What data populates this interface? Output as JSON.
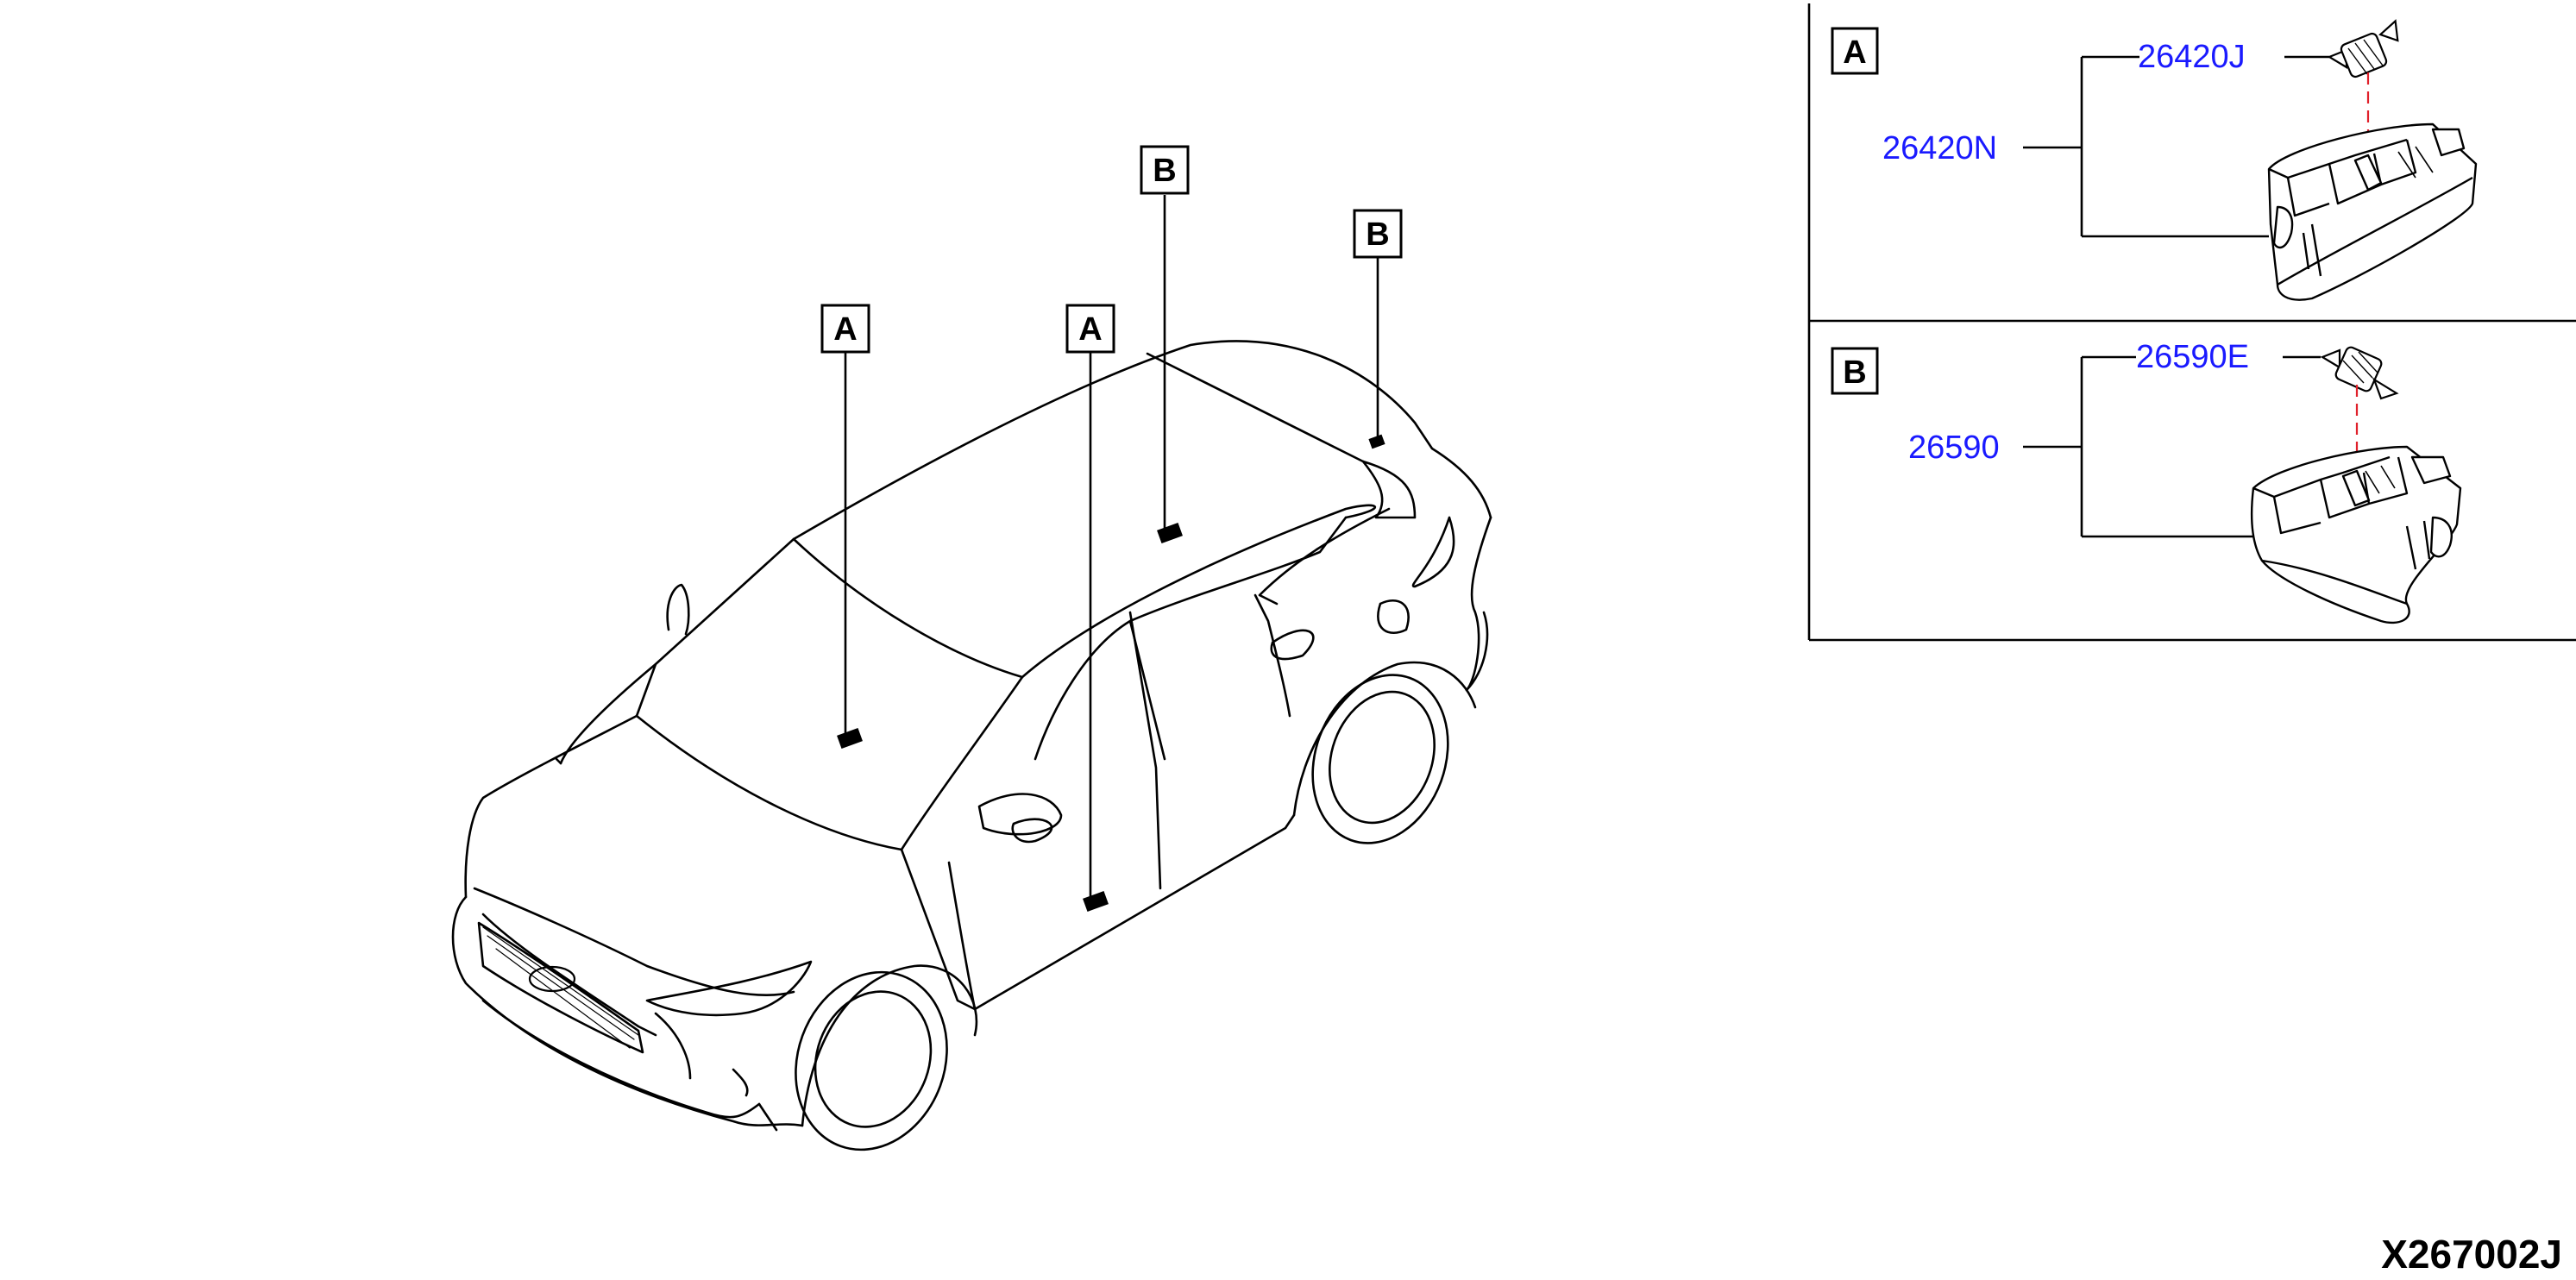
{
  "colors": {
    "line": "#000000",
    "part_number": "#1a1aff",
    "guide_dash": "#e0202a",
    "background": "#ffffff"
  },
  "diagram_code": "X267002J",
  "vehicle": {
    "icon": "car-outline-icon",
    "callouts": [
      {
        "id": "callout-a-front",
        "label": "A"
      },
      {
        "id": "callout-a-door",
        "label": "A"
      },
      {
        "id": "callout-b-roof",
        "label": "B"
      },
      {
        "id": "callout-b-rear",
        "label": "B"
      }
    ]
  },
  "detail_panels": [
    {
      "key": "A",
      "label": "A",
      "assembly_part": "26420N",
      "bulb_part": "26420J",
      "lamp_icon": "map-lamp-housing-icon",
      "bulb_icon": "festoon-bulb-icon"
    },
    {
      "key": "B",
      "label": "B",
      "assembly_part": "26590",
      "bulb_part": "26590E",
      "lamp_icon": "room-lamp-housing-icon",
      "bulb_icon": "festoon-bulb-icon"
    }
  ]
}
